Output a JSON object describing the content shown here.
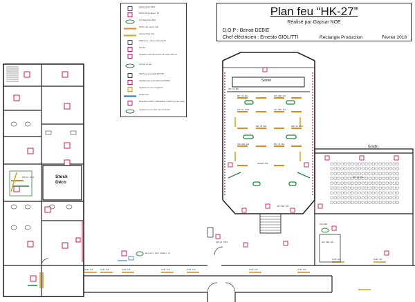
{
  "title_block": {
    "title": "Plan feu “HK-27”",
    "subtitle": "Réalisé par Gapsar NOE",
    "dop": "D.O.P : Benoit DEBIE",
    "chef": "Chef éléctricien : Ernesto GIOLITTI",
    "production": "Rectangle Production",
    "date": "Février 2018"
  },
  "legend": [
    {
      "label": "Martin Rush MH1",
      "icon": "moving-head",
      "color": "#6a3d9a"
    },
    {
      "label": "Martin Rush Beam 16",
      "icon": "beam",
      "color": "#c0185a"
    },
    {
      "label": "Arri Skypanel S60",
      "icon": "panel",
      "color": "#2a7f3a"
    },
    {
      "label": "DMG SL1 switch 120",
      "icon": "tube",
      "color": "#e08a1a"
    },
    {
      "label": "Astera Tube AX1",
      "icon": "tube-line",
      "color": "#d4a017"
    },
    {
      "label": "Plafonnier / tubes Astera AX1",
      "icon": "ceiling",
      "color": "#555555"
    },
    {
      "label": "Par 64",
      "icon": "par",
      "color": "#c0185a"
    },
    {
      "label": "Applique tube fluorescent 4 tubes 120 cm",
      "icon": "fluo-box",
      "color": "#c0185a"
    },
    {
      "label": "Lampe de jeu",
      "icon": "lamp",
      "color": "#2a7f3a"
    },
    {
      "label": "Machine à brouillard DF 50",
      "icon": "hazer",
      "color": "#444444"
    },
    {
      "label": "Applique de sourcelab led RGBW",
      "icon": "applique",
      "color": "#c0185a"
    },
    {
      "label": "Applique de jeu tungstène",
      "icon": "applique-t",
      "color": "#e08a1a"
    },
    {
      "label": "Ruban led",
      "icon": "ribbon",
      "color": "#1f6fd1"
    },
    {
      "label": "Récepteur DMX ou Emetteur CRMX Lumen radio",
      "icon": "dmx",
      "color": "#c0185a"
    },
    {
      "label": "Applique de jeu filée aux dimmers",
      "icon": "dimmer",
      "color": "#2a7f3a"
    }
  ],
  "rooms": {
    "stock": "Stock",
    "deco": "Déco",
    "scene": "Scène",
    "gradin": "Gradin"
  },
  "fixture_labels": [
    "DMX 60 REL",
    "LED RGB 220",
    "PAR 64 CP62",
    "LED RGB 220",
    "DMX 60 REL",
    "PAR 64 CP62",
    "LED RGB 220",
    "DMX 60 REL",
    "ASTERA AX1",
    "DMX 60 REL",
    "PAR 64 CP62",
    "LED RGB 220",
    "DMX 60 REL",
    "PAR 64 CP62",
    "LED RGB 220"
  ],
  "corridor_labels": [
    "FLUO 120",
    "FLUO 120",
    "FLUO 120",
    "FLUO 120",
    "FLUO 120",
    "FLUO 120",
    "FLUO 120",
    "FLUO 120",
    "FLUO 120"
  ],
  "notes": {
    "corridor_note": "Bustiers wifi Dimmer x2",
    "side_note": "LED RGB"
  }
}
